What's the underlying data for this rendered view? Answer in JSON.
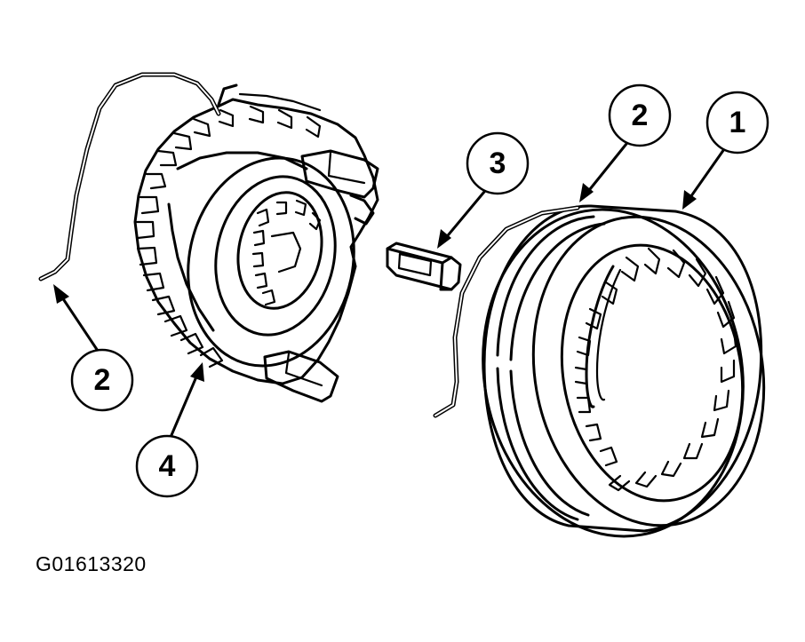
{
  "figure_id": "G01613320",
  "callouts": [
    {
      "id": "callout-1",
      "label": "1"
    },
    {
      "id": "callout-2-right",
      "label": "2"
    },
    {
      "id": "callout-3",
      "label": "3"
    },
    {
      "id": "callout-2-left",
      "label": "2"
    },
    {
      "id": "callout-4",
      "label": "4"
    }
  ],
  "colors": {
    "ink": "#000000",
    "paper": "#ffffff"
  }
}
